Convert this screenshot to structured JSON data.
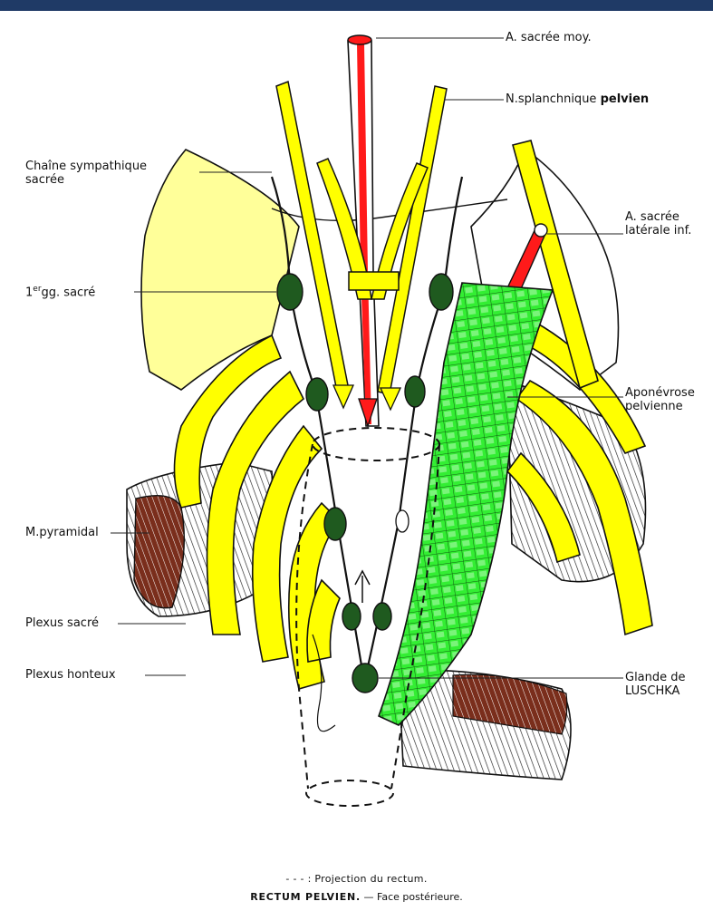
{
  "labels": {
    "a_sacree_moy": "A. sacrée moy.",
    "n_splanchnique_a": "N.splanchnique",
    "n_splanchnique_b": "pelvien",
    "chaine_1": "Chaîne sympathique",
    "chaine_2": "sacrée",
    "a_sacree_lat_1": "A. sacrée",
    "a_sacree_lat_2": "latérale inf.",
    "gg_sup": "er",
    "gg_rest": "gg. sacré",
    "gg_num": "1",
    "aponevrose_1": "Aponévrose",
    "aponevrose_2": "pelvienne",
    "m_pyramidal": "M.pyramidal",
    "plexus_sacre": "Plexus sacré",
    "plexus_honteux": "Plexus  honteux",
    "glande_1": "Glande de",
    "glande_2": "LUSCHKA"
  },
  "caption": {
    "legend_symbol": "- - - :",
    "legend_text": "Projection du rectum.",
    "title": "RECTUM PELVIEN.",
    "subtitle": "— Face postérieure."
  },
  "colors": {
    "nerve_yellow": "#ffff00",
    "bone_yellow": "#ffff99",
    "artery_red": "#ff1a1a",
    "fascia_green": "#33ee33",
    "ganglion_green": "#1f5a1f",
    "muscle_brown": "#7a2e1c",
    "header_bar": "#1f3a66"
  }
}
